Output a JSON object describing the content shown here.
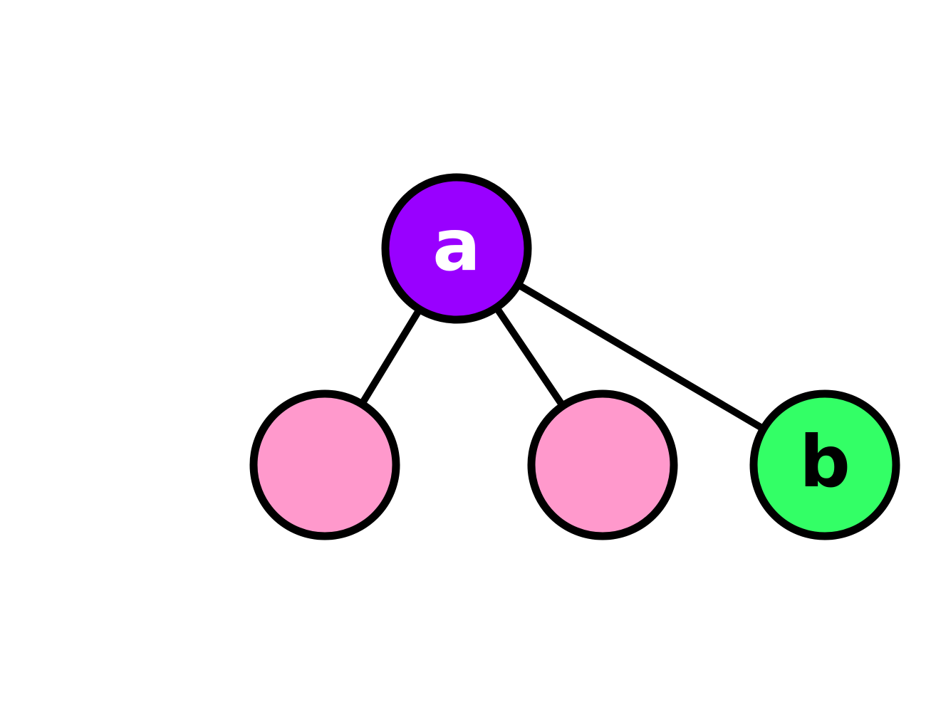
{
  "diagram": {
    "type": "tree",
    "nodes": [
      {
        "id": "a",
        "label": "a",
        "fill": "#9900ff",
        "text_color": "#ffffff"
      },
      {
        "id": "c1",
        "label": "",
        "fill": "#ff99cc",
        "text_color": "#000000"
      },
      {
        "id": "c2",
        "label": "",
        "fill": "#ff99cc",
        "text_color": "#000000"
      },
      {
        "id": "b",
        "label": "b",
        "fill": "#33ff66",
        "text_color": "#000000"
      }
    ],
    "edges": [
      {
        "from": "a",
        "to": "c1"
      },
      {
        "from": "a",
        "to": "c2"
      },
      {
        "from": "a",
        "to": "b"
      }
    ]
  }
}
